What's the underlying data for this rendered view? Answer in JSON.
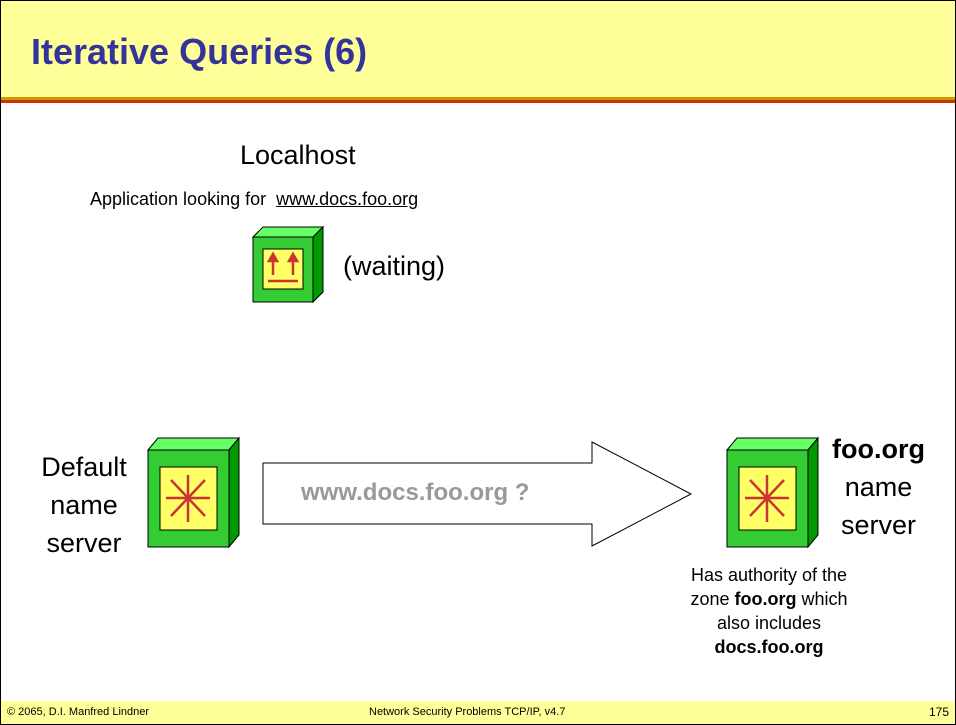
{
  "title": "Iterative Queries (6)",
  "localhost": {
    "label": "Localhost",
    "app_prefix": "Application looking for",
    "app_url": "www.docs.foo.org",
    "status": "(waiting)"
  },
  "default_server": {
    "line1": "Default",
    "line2": "name",
    "line3": "server"
  },
  "query_arrow": {
    "label": "www.docs.foo.org ?"
  },
  "foo_server": {
    "line1": "foo.org",
    "line2": "name",
    "line3": "server",
    "desc1": "Has authority of the",
    "desc2_prefix": "zone",
    "desc2_bold": "foo.org",
    "desc2_suffix": "which",
    "desc3": "also includes",
    "desc4": "docs.foo.org"
  },
  "footer": {
    "copyright": "© 2065, D.I. Manfred Lindner",
    "course": "Network Security Problems TCP/IP, v4.7",
    "page": "175"
  },
  "colors": {
    "title_bg": "#ffff99",
    "title_text": "#333399",
    "box_green": "#33cc33",
    "box_face_yellow": "#ffff66",
    "arrow_red": "#cc3333"
  }
}
